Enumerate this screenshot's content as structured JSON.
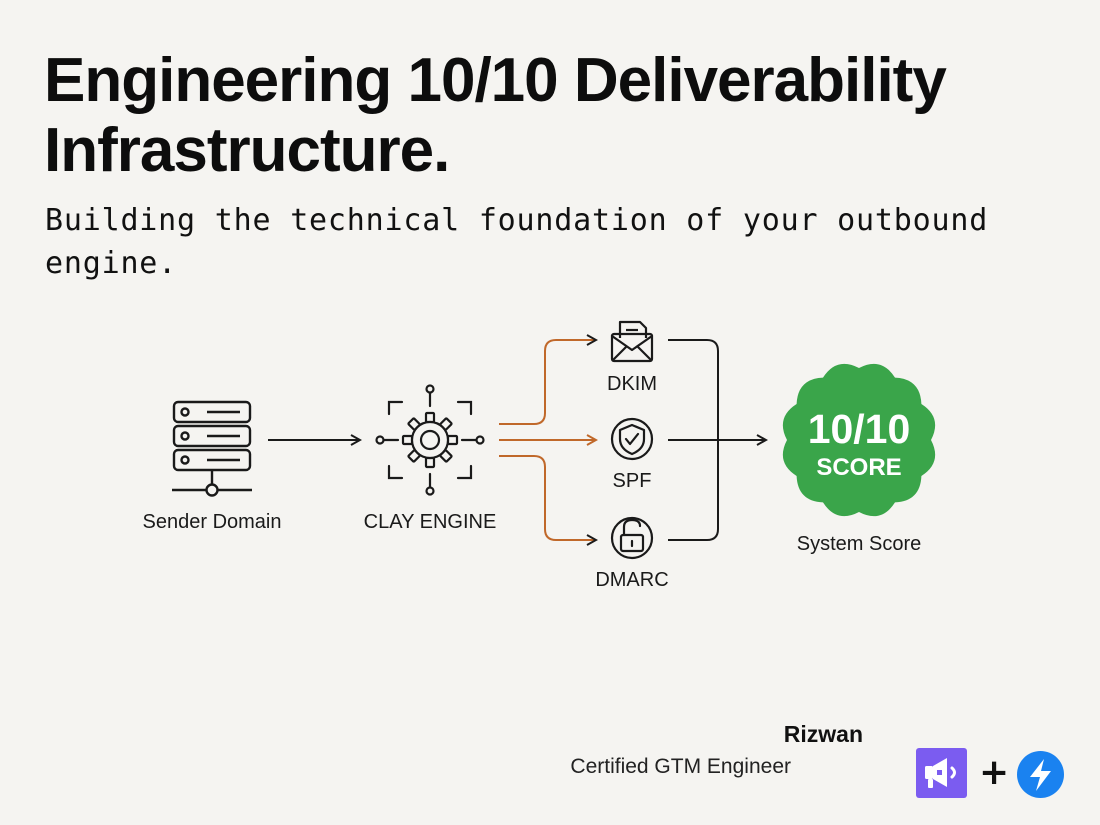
{
  "header": {
    "title_line1": "Engineering 10/10 Deliverability",
    "title_line2": "Infrastructure.",
    "subtitle": "Building the technical foundation of your outbound engine."
  },
  "diagram": {
    "nodes": {
      "sender": {
        "label": "Sender Domain",
        "icon": "server-icon"
      },
      "engine": {
        "label": "CLAY ENGINE",
        "icon": "gear-circuit-icon"
      },
      "dkim": {
        "label": "DKIM",
        "icon": "envelope-document-icon"
      },
      "spf": {
        "label": "SPF",
        "icon": "shield-check-icon"
      },
      "dmarc": {
        "label": "DMARC",
        "icon": "padlock-icon"
      },
      "score": {
        "value": "10/10",
        "unit": "SCORE",
        "label": "System Score",
        "icon": "score-badge-icon"
      }
    },
    "colors": {
      "accent_orange": "#c0682a",
      "badge_green": "#3aa54a",
      "line": "#1a1a1a"
    }
  },
  "footer": {
    "author_name": "Rizwan",
    "author_role": "Certified GTM Engineer",
    "plus": "+",
    "logo_left": "megaphone-logo-icon",
    "logo_right": "lightning-bolt-logo-icon",
    "logo_left_color": "#7b5cf0",
    "logo_right_color": "#1a82f0"
  }
}
